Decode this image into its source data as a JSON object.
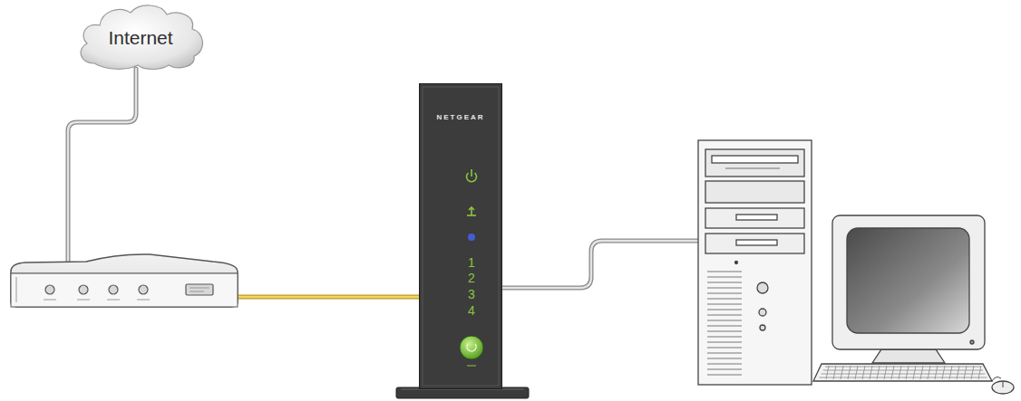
{
  "diagram": {
    "nodes": [
      {
        "text": [
          "Internet"
        ]
      },
      {
        "text": [
          "NETGEAR",
          "1",
          "2",
          "3",
          "4"
        ]
      }
    ]
  }
}
